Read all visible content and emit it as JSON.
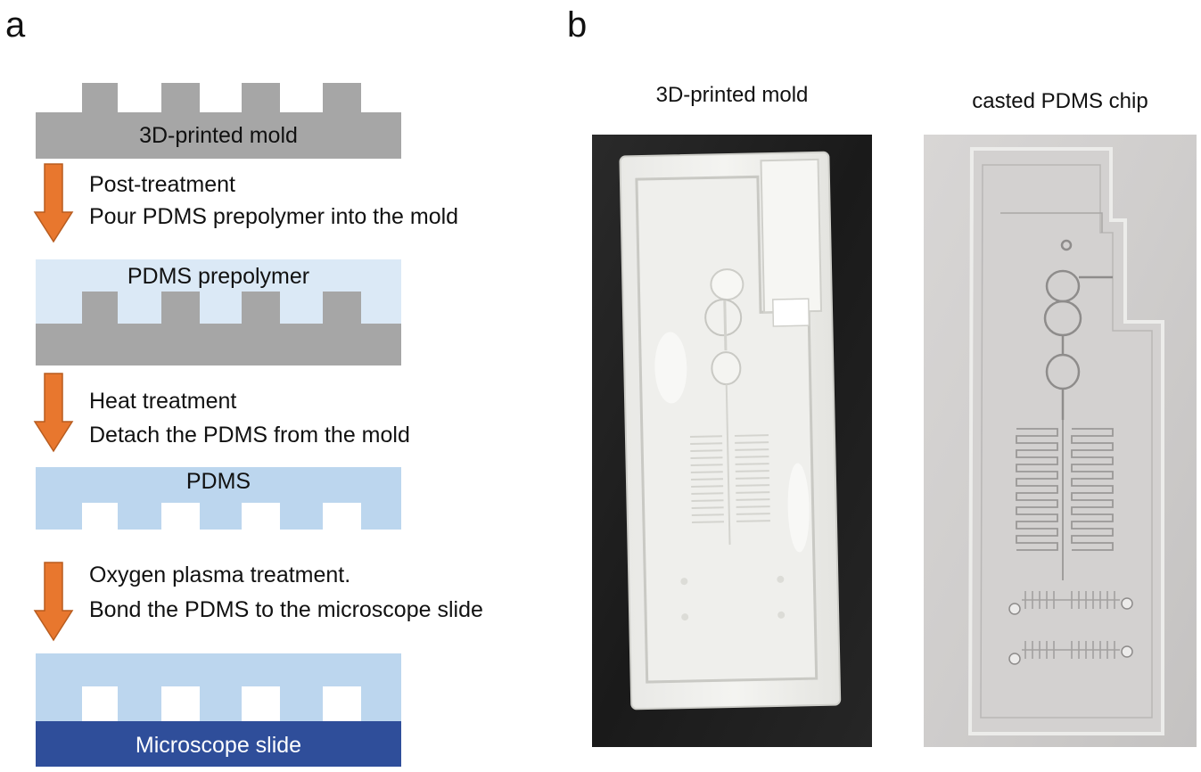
{
  "panel_a": {
    "letter": "a",
    "stages": [
      {
        "label": "3D-printed mold"
      },
      {
        "label": "PDMS prepolymer"
      },
      {
        "label": "PDMS"
      },
      {
        "label": "Microscope slide"
      }
    ],
    "steps": [
      {
        "line1": "Post-treatment",
        "line2": "Pour PDMS prepolymer into the mold"
      },
      {
        "line1": "Heat treatment",
        "line2": "Detach the PDMS from the mold"
      },
      {
        "line1": "Oxygen plasma treatment.",
        "line2": "Bond the PDMS to the microscope slide"
      }
    ],
    "colors": {
      "mold": "#a6a6a6",
      "prepolymer": "#dbe9f6",
      "pdms": "#bcd6ee",
      "slide": "#2f4e9a",
      "arrow": "#e8772e",
      "arrow_stroke": "#b85c1f"
    }
  },
  "panel_b": {
    "letter": "b",
    "photos": [
      {
        "title": "3D-printed mold"
      },
      {
        "title": "casted PDMS chip"
      }
    ]
  }
}
